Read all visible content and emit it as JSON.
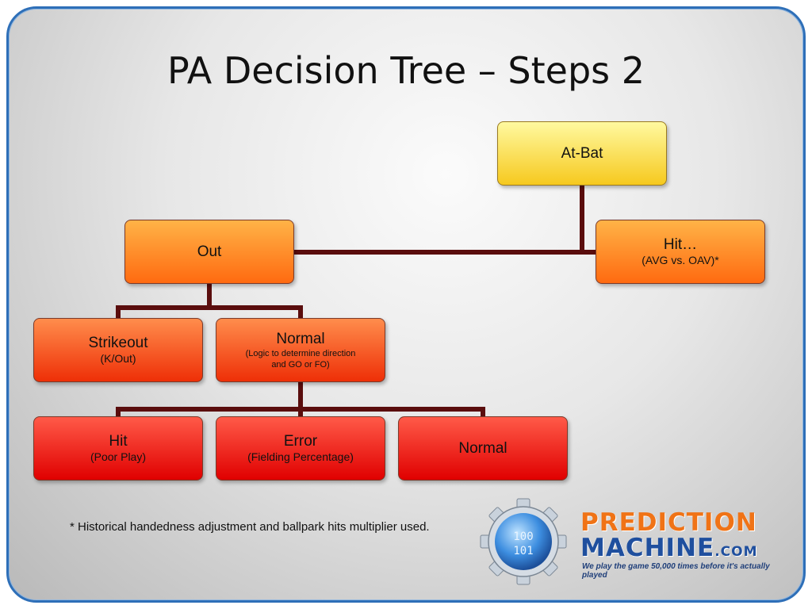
{
  "slide": {
    "title": "PA Decision Tree – Steps 2",
    "footnote": "* Historical handedness adjustment and ballpark hits multiplier used."
  },
  "nodes": {
    "at_bat": {
      "main": "At-Bat"
    },
    "out": {
      "main": "Out"
    },
    "hit_top": {
      "main": "Hit…",
      "sub": "(AVG vs. OAV)*"
    },
    "strikeout": {
      "main": "Strikeout",
      "sub": "(K/Out)"
    },
    "normal_mid": {
      "main": "Normal",
      "sub_line1": "(Logic to determine direction",
      "sub_line2": "and GO or FO)"
    },
    "hit_bottom": {
      "main": "Hit",
      "sub": "(Poor Play)"
    },
    "error": {
      "main": "Error",
      "sub": "(Fielding Percentage)"
    },
    "normal_bottom": {
      "main": "Normal"
    }
  },
  "logo": {
    "line1": "PREDICTION",
    "line2": "MACHINE",
    "suffix": ".COM",
    "tagline": "We play the game 50,000 times before it's actually played",
    "gear_digits_top": "100",
    "gear_digits_bottom": "101"
  },
  "colors": {
    "connector": "#5a0d0d",
    "yellow_node": "#f6c91e",
    "orange_node": "#ff6a10",
    "red_orange_node": "#ee2f07",
    "red_node": "#e00000",
    "frame_border": "#2e6fb8"
  }
}
